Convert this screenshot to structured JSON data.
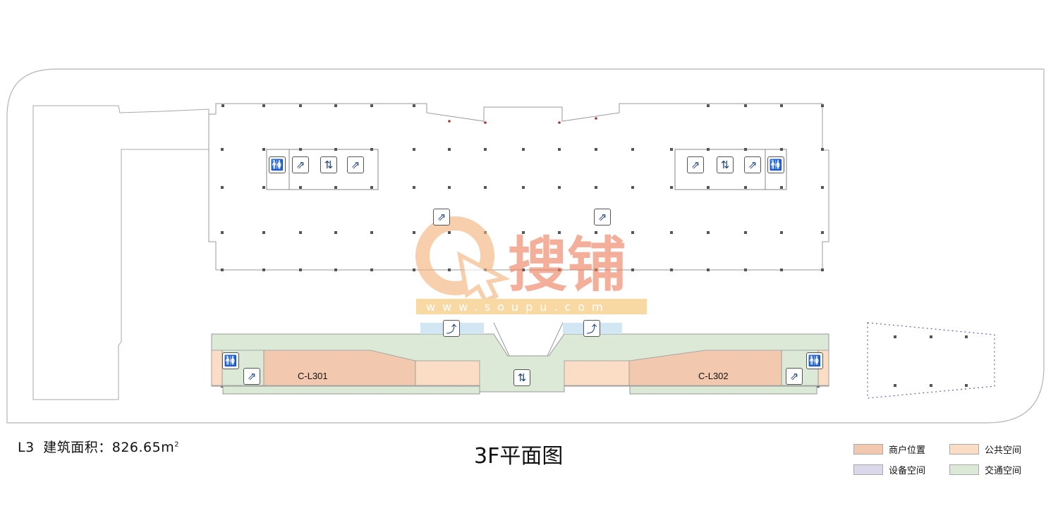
{
  "floor_area": {
    "level": "L3",
    "label": "建筑面积：",
    "value": "826.65",
    "unit": "m",
    "unit_sup": "2"
  },
  "title": "3F平面图",
  "units": [
    {
      "code": "C-L301"
    },
    {
      "code": "C-L302"
    }
  ],
  "legend": [
    {
      "label": "商户位置",
      "color": "#f2c9ae"
    },
    {
      "label": "公共空间",
      "color": "#fbdcc5"
    },
    {
      "label": "设备空间",
      "color": "#dcd8ec"
    },
    {
      "label": "交通空间",
      "color": "#dbe9d6"
    }
  ],
  "watermark": {
    "brand": "搜铺",
    "url": "www.soupu.com"
  },
  "icons": {
    "restroom": "restroom-icon",
    "escalator": "escalator-icon",
    "elevator": "elevator-icon",
    "stairs": "stairs-icon"
  }
}
